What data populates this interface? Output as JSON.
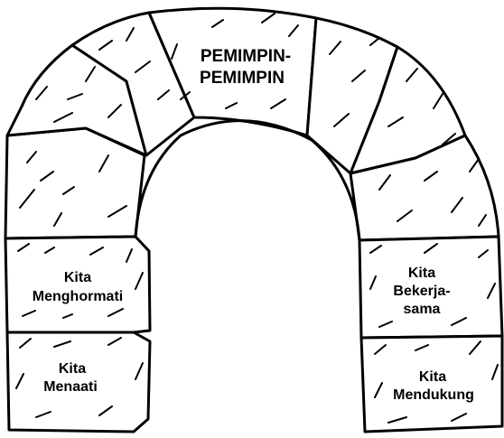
{
  "keystone": {
    "line1": "PEMIMPIN-",
    "line2": "PEMIMPIN"
  },
  "left_pillar": {
    "upper": {
      "line1": "Kita",
      "line2": "Menghormati"
    },
    "lower": {
      "line1": "Kita",
      "line2": "Menaati"
    }
  },
  "right_pillar": {
    "upper": {
      "line1": "Kita",
      "line2": "Bekerja-",
      "line3": "sama"
    },
    "lower": {
      "line1": "Kita",
      "line2": "Mendukung"
    }
  }
}
